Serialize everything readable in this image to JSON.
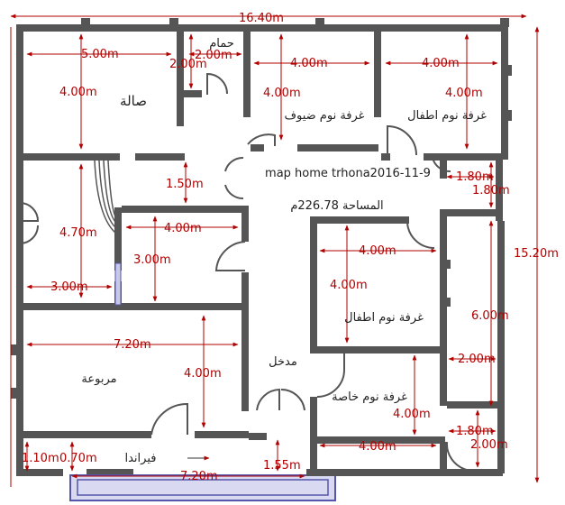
{
  "title": "map home trhona2016-11-9",
  "area": "المساحة 226.78م",
  "overall_width": "16.40m",
  "overall_height": "15.20m",
  "rooms": {
    "living": "صالة",
    "bath": "حمام",
    "guest": "غرفة نوم ضيوف",
    "kids1": "غرفة نوم اطفال",
    "kids2": "غرفة نوم اطفال",
    "master": "غرفة نوم خاصة",
    "square": "مربوعة",
    "entrance": "مدخل",
    "veranda": "فيراندا"
  },
  "dims": {
    "living_w": "5.00m",
    "living_h": "4.00m",
    "bath_w": "2.00m",
    "bath_h": "2.00m",
    "guest_w": "4.00m",
    "guest_h": "4.00m",
    "kids1_w": "4.00m",
    "kids1_h": "4.00m",
    "hall_1_50": "1.50m",
    "small_1_80a": "1.80m",
    "small_1_80b": "1.80m",
    "kitchen_h": "4.70m",
    "kitchen_w": "3.00m",
    "mid_w": "4.00m",
    "mid_h": "3.00m",
    "kids2_w": "4.00m",
    "kids2_h": "4.00m",
    "right_6": "6.00m",
    "square_w": "7.20m",
    "square_h": "4.00m",
    "right_2": "2.00m",
    "master_h": "4.00m",
    "master_w": "4.00m",
    "small_1_80c": "1.80m",
    "small_2_00": "2.00m",
    "ver_1_10": "1.10m",
    "ver_0_70": "0.70m",
    "ver_7_20": "7.20m",
    "ver_1_55": "1.55m"
  },
  "colors": {
    "wall": "#555555",
    "dimension": "#b00000",
    "pool_fill": "#d9d9f2",
    "pool_edge": "#5555aa"
  }
}
